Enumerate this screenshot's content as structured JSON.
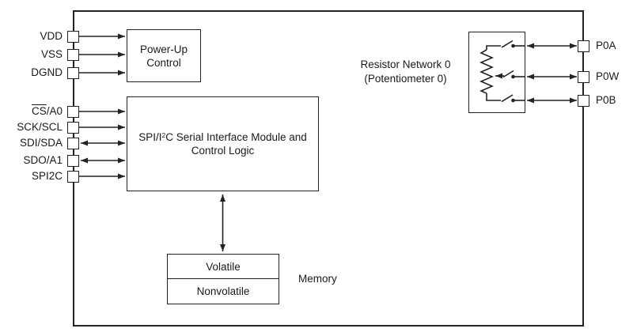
{
  "chip": {
    "pins_left": [
      {
        "label": "VDD"
      },
      {
        "label": "VSS"
      },
      {
        "label": "DGND"
      },
      {
        "label_overline": "CS",
        "label_rest": "/A0"
      },
      {
        "label": "SCK/SCL"
      },
      {
        "label": "SDI/SDA"
      },
      {
        "label": "SDO/A1"
      },
      {
        "label": "SPI2C"
      }
    ],
    "pins_right": [
      {
        "label": "P0A"
      },
      {
        "label": "P0W"
      },
      {
        "label": "P0B"
      }
    ],
    "blocks": {
      "power_up": {
        "line1": "Power-Up",
        "line2": "Control"
      },
      "serial_interface": {
        "pre": "SPI/I",
        "sup": "2",
        "post": "C Serial Interface Module and Control Logic"
      },
      "memory": {
        "row1": "Volatile",
        "row2": "Nonvolatile",
        "caption": "Memory"
      },
      "resistor_network": {
        "line1": "Resistor Network 0",
        "line2": "(Potentiometer 0)"
      }
    }
  },
  "colors": {
    "line": "#222222",
    "text": "#1a1a1a",
    "background": "#ffffff"
  }
}
